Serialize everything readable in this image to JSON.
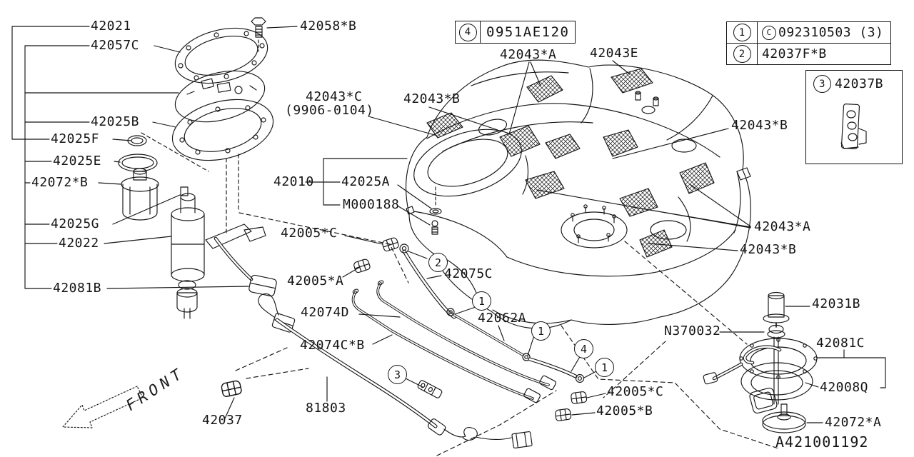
{
  "diagram_id": "A421001192",
  "front_indicator": "FRONT",
  "boxes": {
    "clamp_callout": {
      "marker": "4",
      "part_no": "0951AE120"
    },
    "ref_table": [
      {
        "marker": "1",
        "circled_prefix": "C",
        "part_no": "092310503 (3)"
      },
      {
        "marker": "2",
        "part_no": "42037F*B"
      }
    ],
    "clip_callout": {
      "marker": "3",
      "part_no": "42037B"
    }
  },
  "markers": {
    "m1": "1",
    "m2": "2",
    "m3": "3",
    "m4": "4"
  },
  "parts": {
    "p42021": "42021",
    "p42057C": "42057C",
    "p42058B": "42058*B",
    "p42025B": "42025B",
    "p42025F": "42025F",
    "p42025E": "42025E",
    "p42072B": "42072*B",
    "p42025G": "42025G",
    "p42022": "42022",
    "p42081B": "42081B",
    "p42043A": "42043*A",
    "p42043B": "42043*B",
    "p42043C": "42043*C",
    "p42043C_range": "(9906-0104)",
    "p42043E": "42043E",
    "p42010": "42010",
    "p42025A": "42025A",
    "pM000188": "M000188",
    "p42005C": "42005*C",
    "p42005A": "42005*A",
    "p42075C": "42075C",
    "p42074D": "42074D",
    "p42062A": "42062A",
    "p42074CB": "42074C*B",
    "p81803": "81803",
    "p42037": "42037",
    "p42005B": "42005*B",
    "pN370032": "N370032",
    "p42031B": "42031B",
    "p42081C": "42081C",
    "p42008Q": "42008Q",
    "p42072A": "42072*A"
  }
}
